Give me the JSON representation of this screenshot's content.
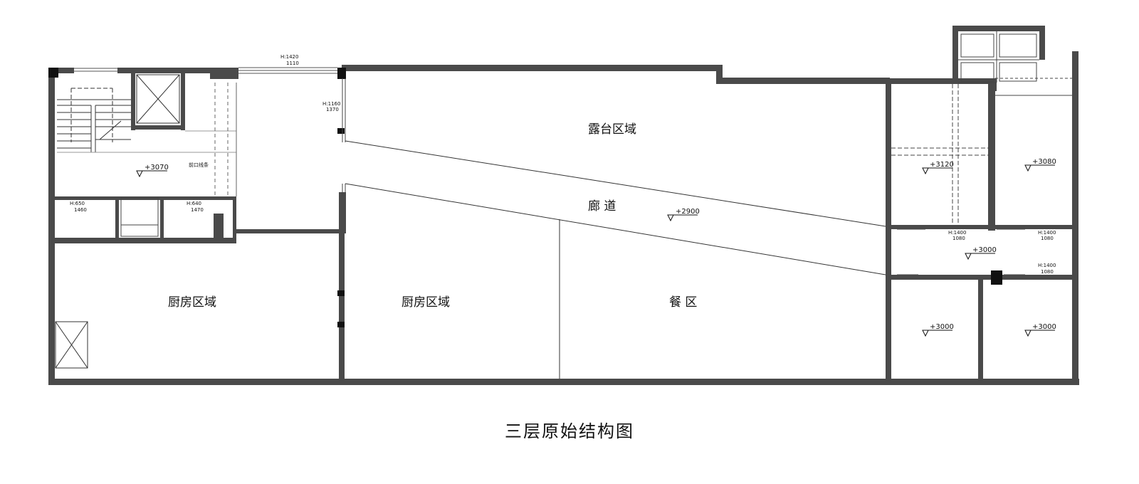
{
  "title": "三层原始结构图",
  "rooms": {
    "terrace": "露台区域",
    "corridor": "廊 道",
    "kitchen_left": "厨房区域",
    "kitchen_mid": "厨房区域",
    "dining": "餐 区"
  },
  "levels": {
    "stair_hall": "+3070",
    "corridor": "+2900",
    "right_room_a": "+3120",
    "right_room_b": "+3080",
    "right_passage": "+3000",
    "right_room_c": "+3000",
    "right_room_d": "+3000"
  },
  "openings": {
    "top_window_h": "H:1420",
    "top_window_w": "1110",
    "left_door_h": "H:1160",
    "left_door_w": "1370",
    "room1_h": "H:650",
    "room1_w": "1460",
    "room2_h": "H:640",
    "room2_w": "1470",
    "right1_h": "H:1400",
    "right1_w": "1080",
    "right2_h": "H:1400",
    "right2_w": "1080",
    "right3_h": "H:1400",
    "right3_w": "1080",
    "stair_note": "前口线条"
  }
}
